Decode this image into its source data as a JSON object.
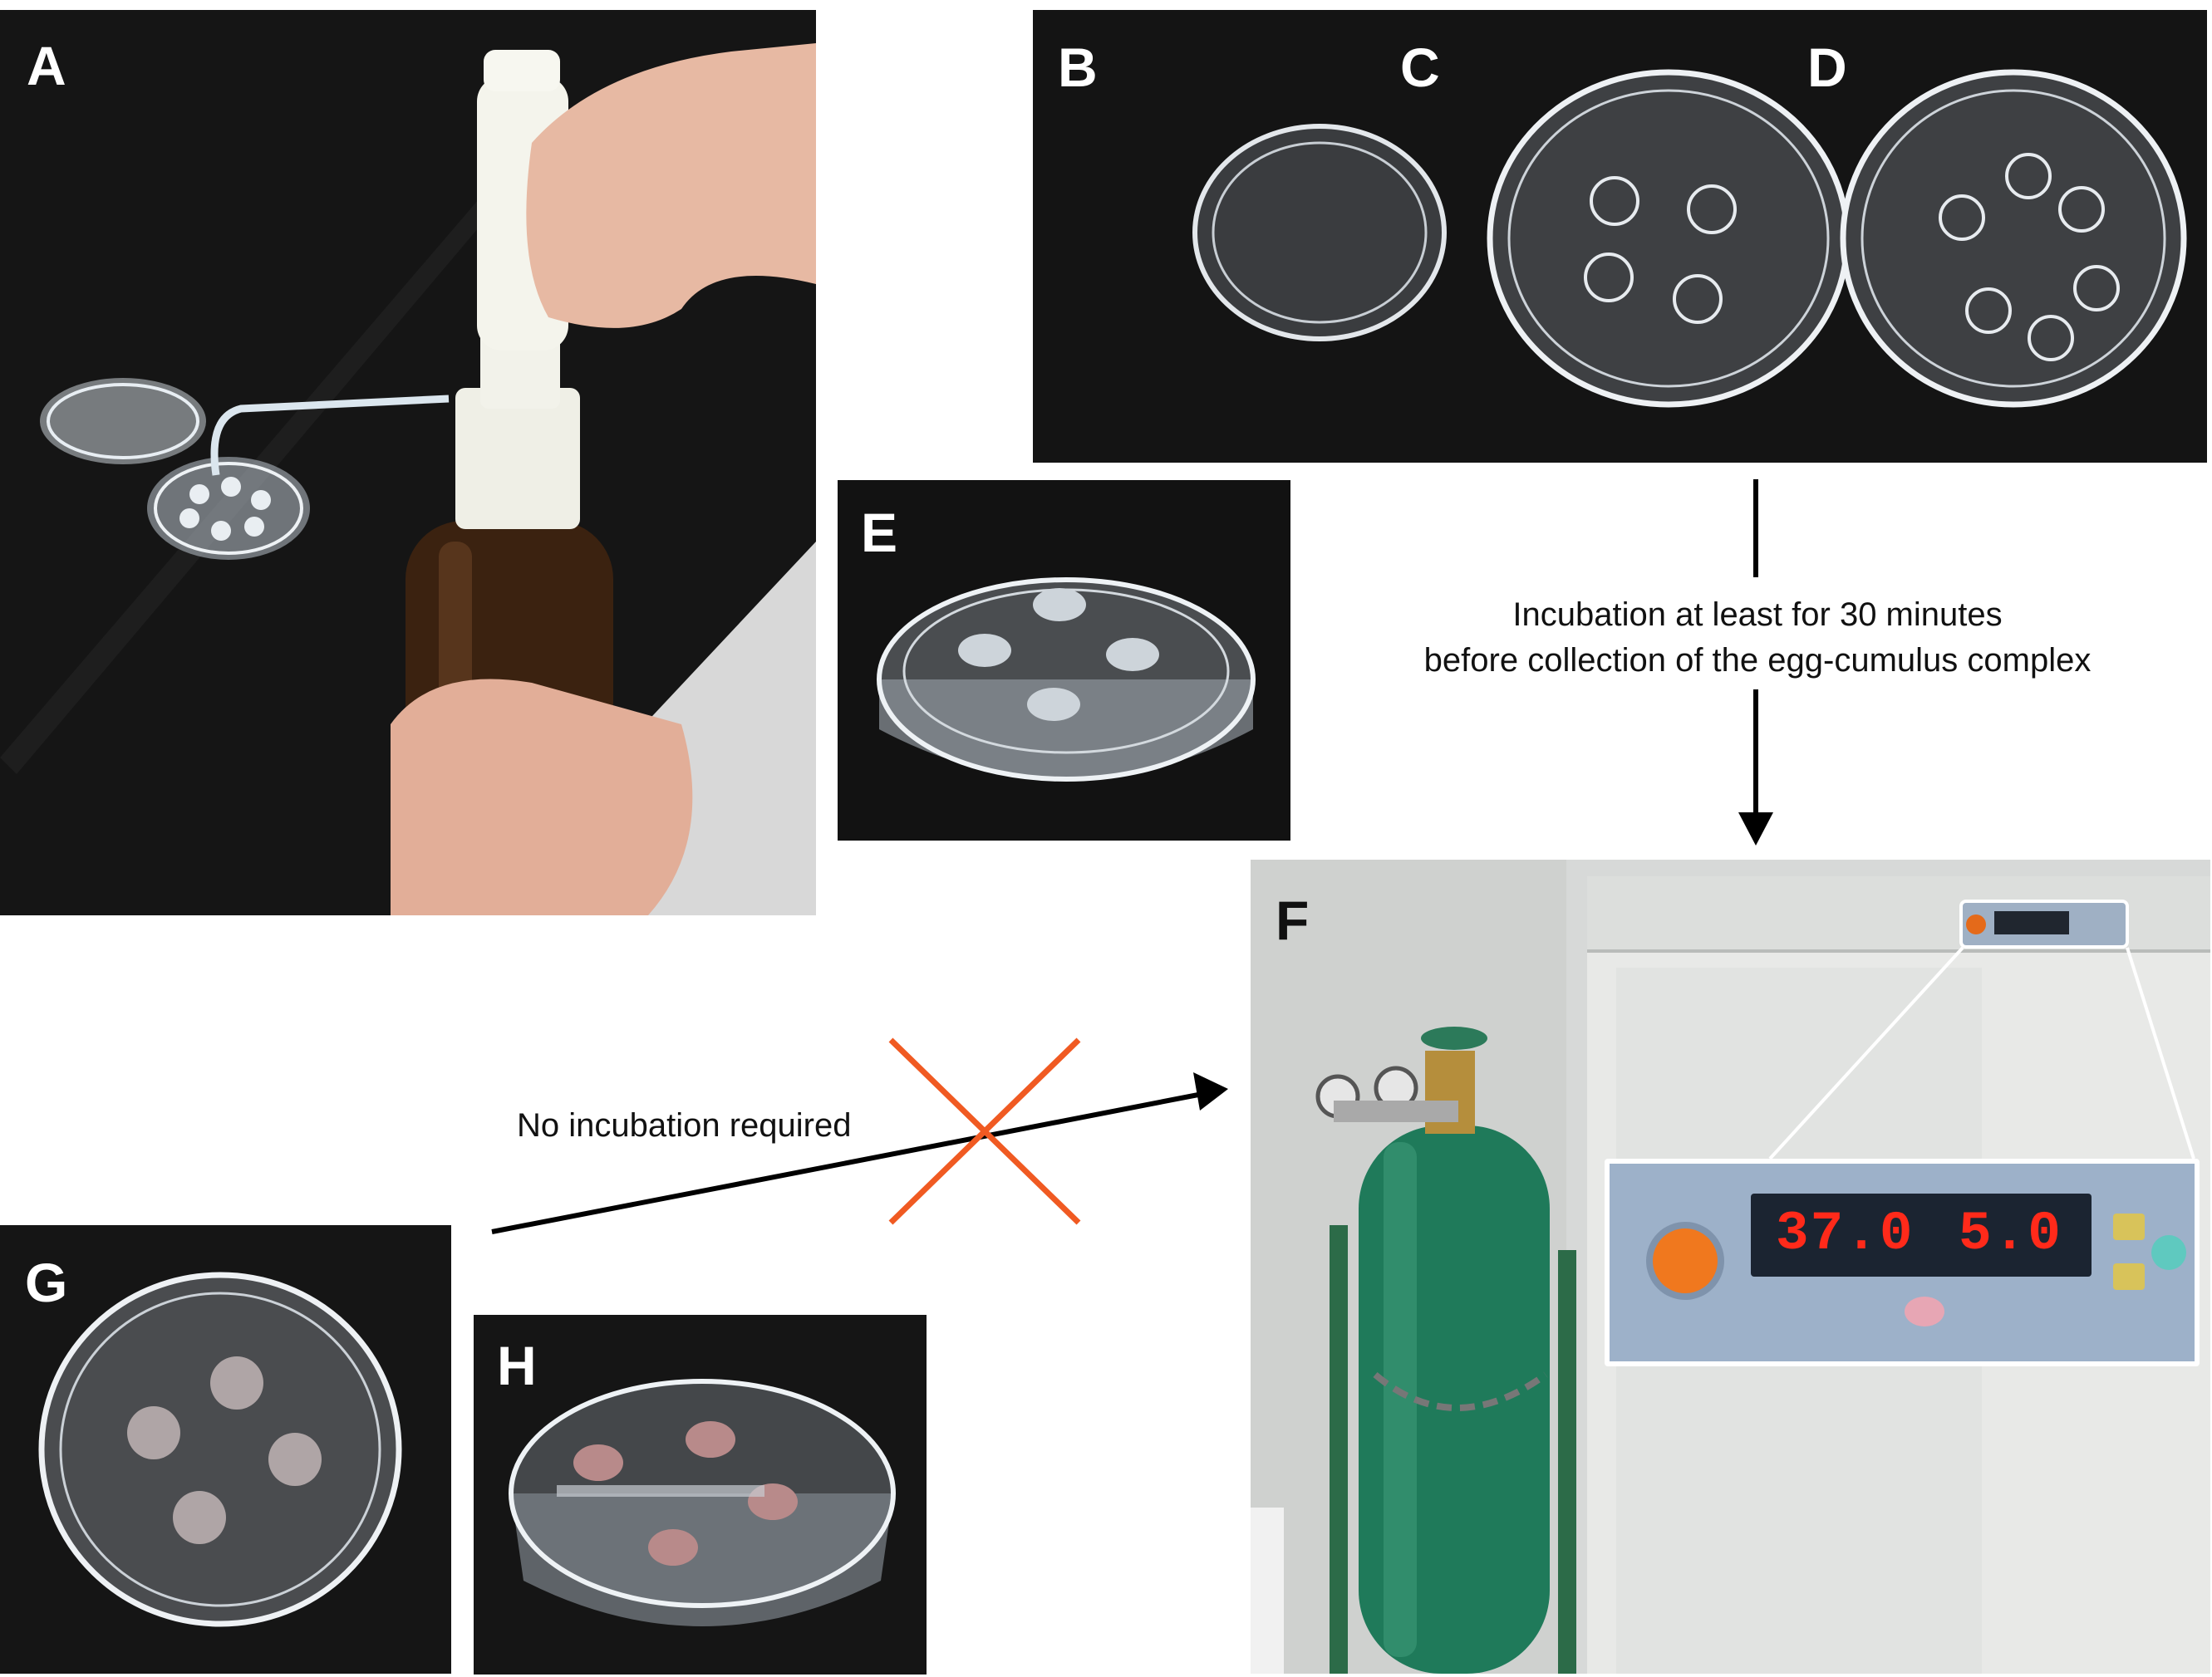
{
  "panels": {
    "a": {
      "label": "A"
    },
    "b": {
      "label": "B"
    },
    "c": {
      "label": "C"
    },
    "d": {
      "label": "D"
    },
    "e": {
      "label": "E"
    },
    "f": {
      "label": "F"
    },
    "g": {
      "label": "G"
    },
    "h": {
      "label": "H"
    }
  },
  "captions": {
    "incubation_line1": "Incubation  at least for 30 minutes",
    "incubation_line2": "before collection of the egg-cumulus  complex",
    "no_incubation": "No incubation required"
  },
  "incubator_display": {
    "temperature": "37.0",
    "co2": "5.0"
  },
  "colors": {
    "arrow": "#000000",
    "cross": "#f05a22",
    "display_digits": "#ff2a1a",
    "cylinder": "#1f7a5a"
  }
}
